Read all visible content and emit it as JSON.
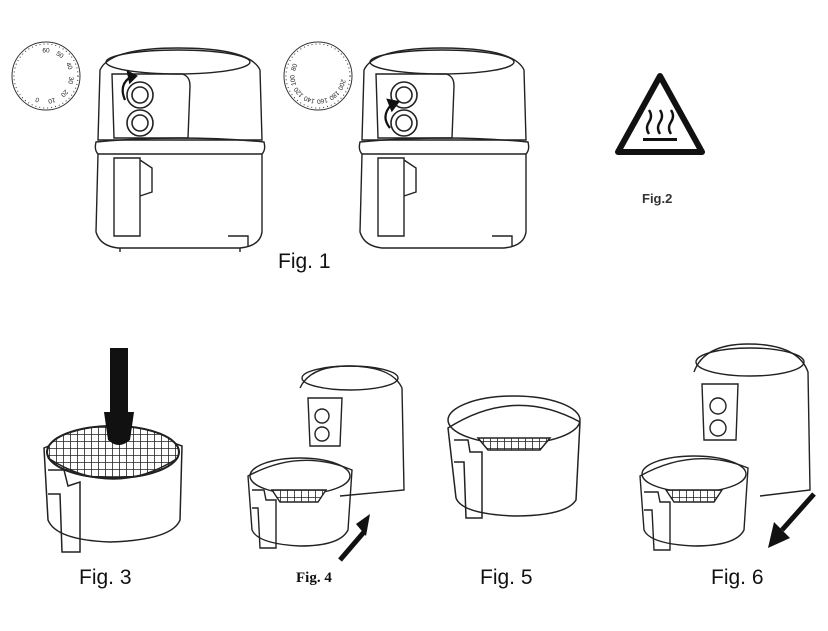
{
  "figures": {
    "fig1": {
      "caption": "Fig. 1"
    },
    "fig2": {
      "caption": "Fig.2"
    },
    "fig3": {
      "caption": "Fig. 3"
    },
    "fig4": {
      "caption": "Fig. 4"
    },
    "fig5": {
      "caption": "Fig. 5"
    },
    "fig6": {
      "caption": "Fig. 6"
    }
  },
  "timer_dial": {
    "ticks": [
      "60",
      "50",
      "40",
      "30",
      "20",
      "10",
      "0"
    ]
  },
  "temp_dial": {
    "ticks": [
      "200",
      "180",
      "160",
      "140",
      "120",
      "100",
      "80"
    ]
  },
  "icons": [
    "hot-surface-warning-icon",
    "push-in-arrow-icon",
    "pull-out-arrow-icon"
  ]
}
